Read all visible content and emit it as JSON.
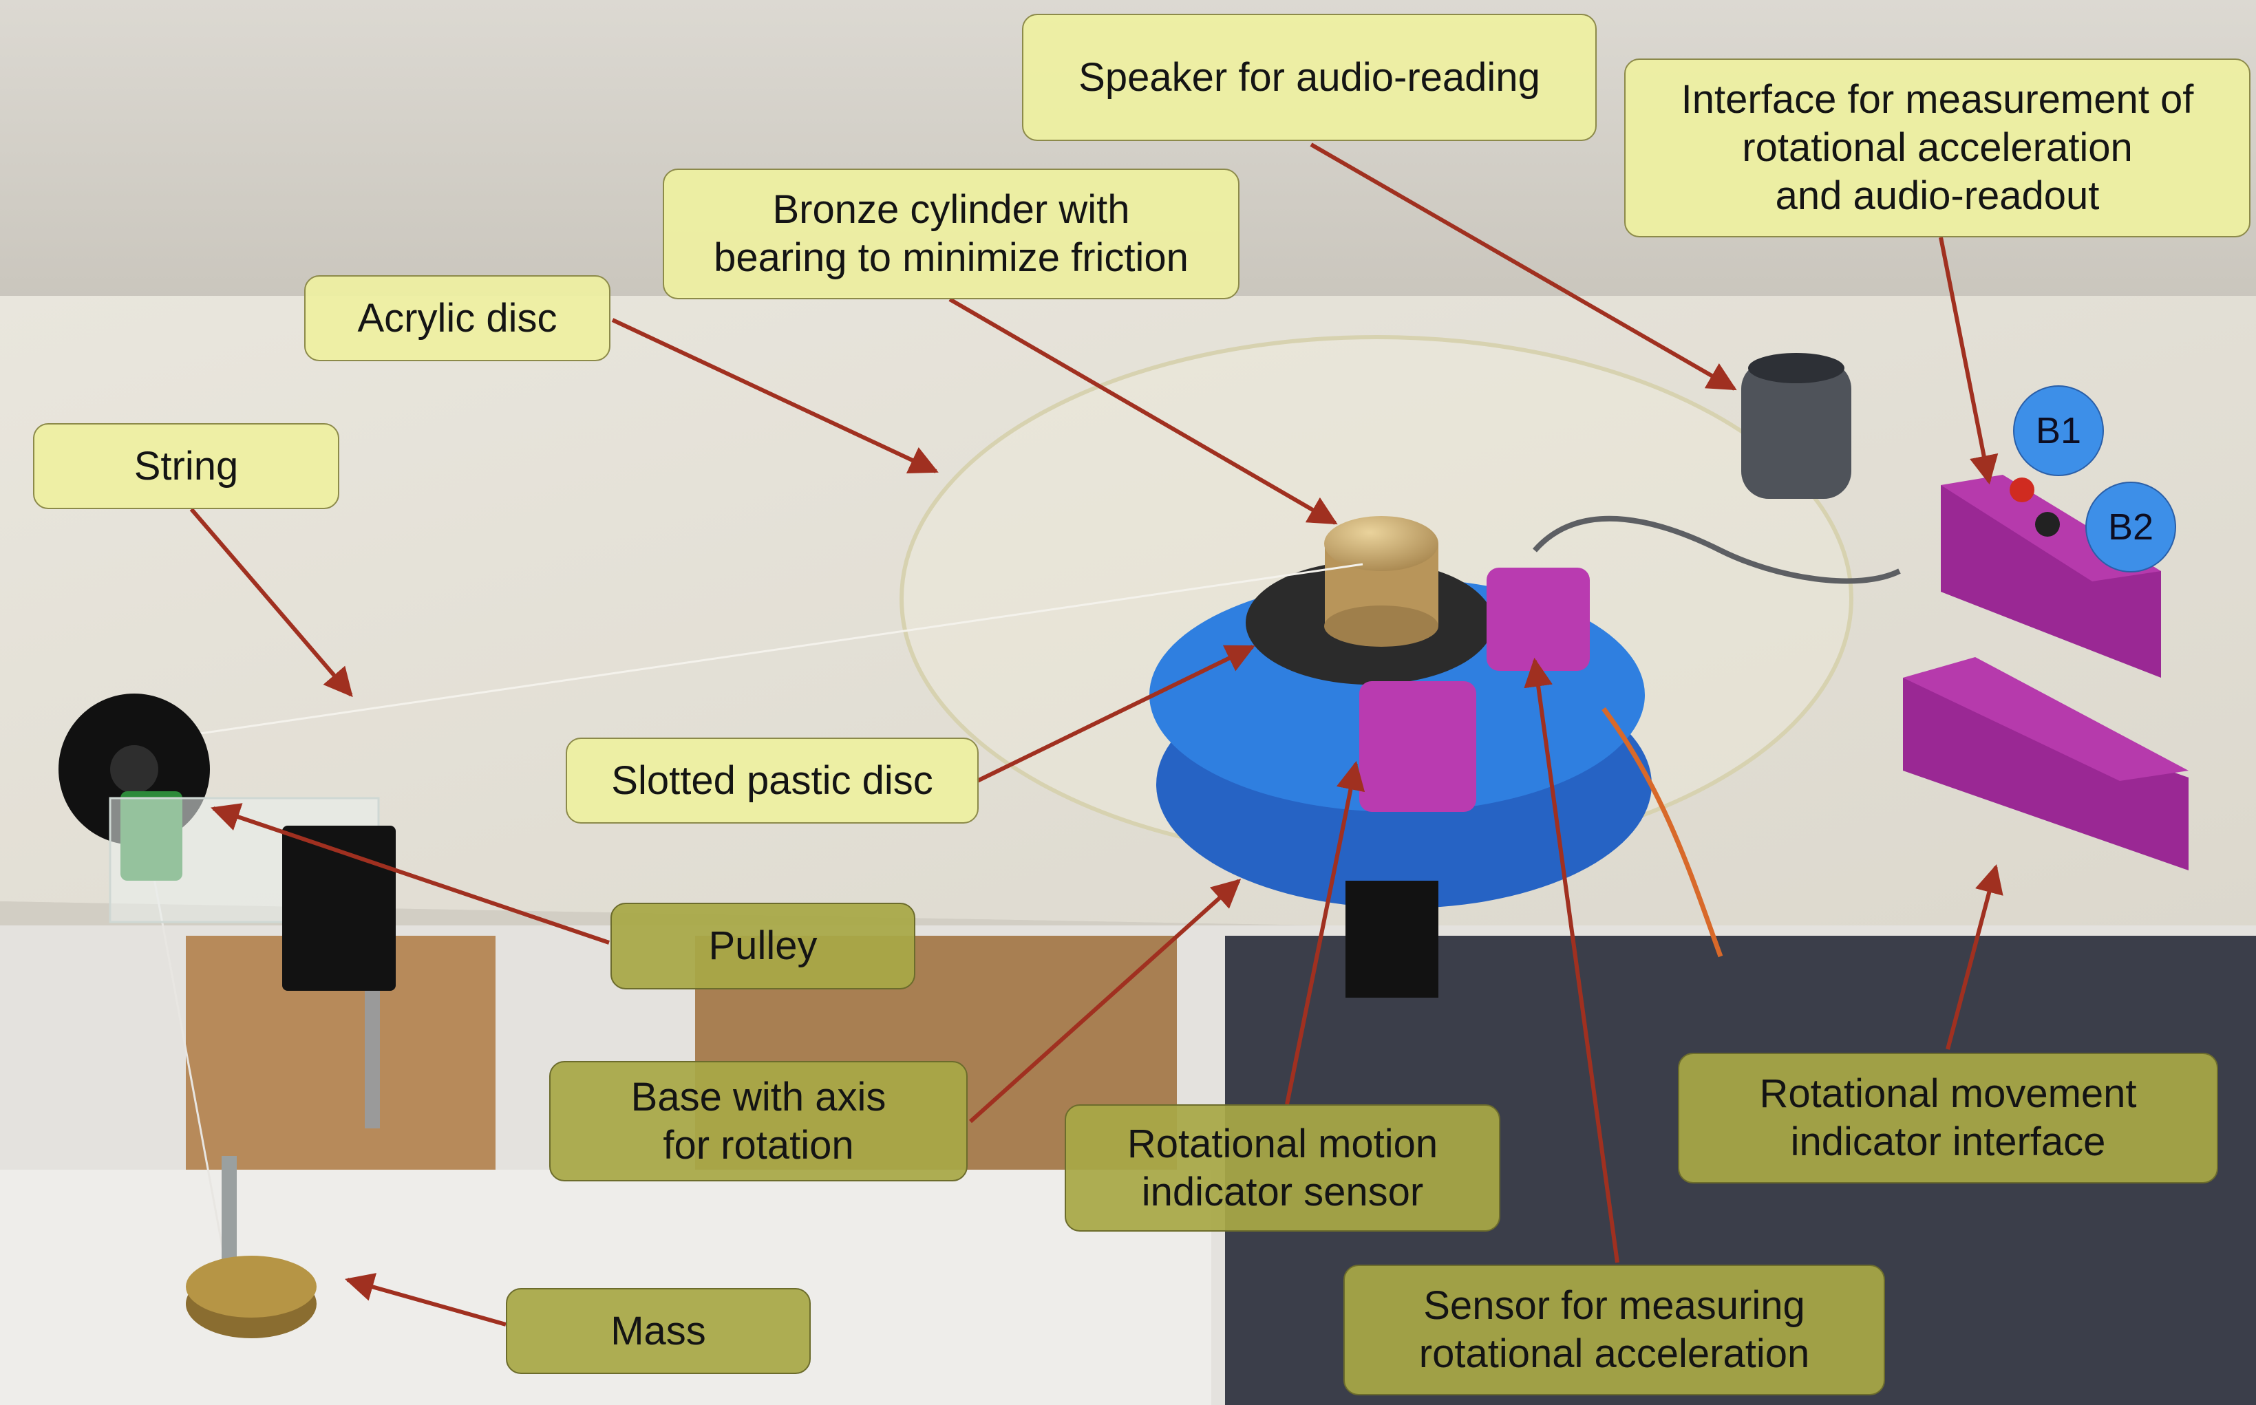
{
  "labels": {
    "speaker": "Speaker for audio-reading",
    "interface": "Interface for measurement of\nrotational acceleration\nand audio-readout",
    "bronze": "Bronze cylinder with\nbearing to minimize friction",
    "acrylic": "Acrylic disc",
    "string": "String",
    "slotted": "Slotted pastic disc",
    "pulley": "Pulley",
    "base": "Base with axis\nfor rotation",
    "motion_sensor": "Rotational motion\nindicator sensor",
    "movement_interface": "Rotational movement\nindicator interface",
    "accel_sensor": "Sensor for measuring\nrotational acceleration",
    "mass": "Mass"
  },
  "badges": {
    "b1": "B1",
    "b2": "B2"
  },
  "colors": {
    "label_fill": "#eef0a0",
    "label_fill_dark": "#a8a846",
    "arrow": "#a03020",
    "badge": "#3d8fe8",
    "housing": "#9a2894",
    "base_disc": "#2f7fe0"
  }
}
